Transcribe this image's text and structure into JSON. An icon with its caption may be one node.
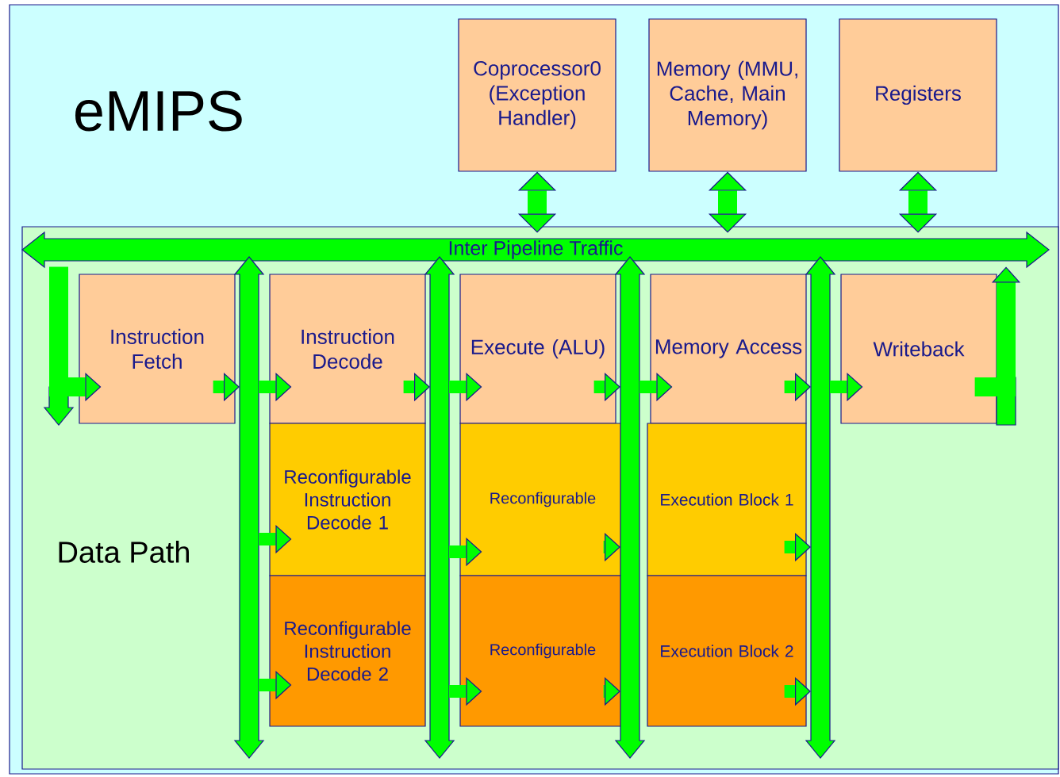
{
  "diagram": {
    "nodes": [
      {
        "text": [
          "eMIPS"
        ]
      },
      {
        "text": [
          "Coprocessor0 (Exception Handler)"
        ],
        "in": 0
      },
      {
        "text": [
          "Memory (MMU, Cache, Main Memory)"
        ],
        "in": 0
      },
      {
        "text": [
          "Registers"
        ],
        "in": 0
      },
      {
        "text": [
          "Data Path"
        ],
        "in": 0
      },
      {
        "text": [
          "Inter Pipeline Traffic"
        ],
        "in": 4
      },
      {
        "text": [
          "Instruction Fetch"
        ],
        "in": 4
      },
      {
        "text": [
          "Instruction Decode"
        ],
        "in": 4
      },
      {
        "text": [
          "Execute (ALU)"
        ],
        "in": 4
      },
      {
        "text": [
          "Memory Access"
        ],
        "in": 4
      },
      {
        "text": [
          "Writeback"
        ],
        "in": 4
      },
      {
        "text": [
          "Reconfigurable Instruction Decode 1"
        ],
        "in": 4
      },
      {
        "text": [
          "Reconfigurable"
        ],
        "in": 4
      },
      {
        "text": [
          "Execution Block 1"
        ],
        "in": 4
      },
      {
        "text": [
          "Reconfigurable Instruction Decode 2"
        ],
        "in": 4
      },
      {
        "text": [
          "Reconfigurable"
        ],
        "in": 4
      },
      {
        "text": [
          "Execution Block 2"
        ],
        "in": 4
      },
      {
        "text": [],
        "shape": "bar",
        "in": 4
      },
      {
        "text": [],
        "shape": "bar",
        "in": 4
      },
      {
        "text": [],
        "shape": "bar",
        "in": 4
      },
      {
        "text": [],
        "shape": "bar",
        "in": 4
      }
    ],
    "edges": [
      {
        "from": 1,
        "to": 5,
        "arrow": "both"
      },
      {
        "from": 2,
        "to": 5,
        "arrow": "both"
      },
      {
        "from": 3,
        "to": 5,
        "arrow": "both"
      },
      {
        "from": 5,
        "to": 6,
        "arrow": "to"
      },
      {
        "from": 6,
        "to": 17,
        "arrow": "to"
      },
      {
        "from": 17,
        "to": 7,
        "arrow": "to"
      },
      {
        "from": 17,
        "to": 11,
        "arrow": "to"
      },
      {
        "from": 17,
        "to": 14,
        "arrow": "to"
      },
      {
        "from": 7,
        "to": 18,
        "arrow": "to"
      },
      {
        "from": 18,
        "to": 8,
        "arrow": "to"
      },
      {
        "from": 18,
        "to": 12,
        "arrow": "to"
      },
      {
        "from": 18,
        "to": 15,
        "arrow": "to"
      },
      {
        "from": 8,
        "to": 19,
        "arrow": "to"
      },
      {
        "from": 12,
        "to": 19,
        "arrow": "to"
      },
      {
        "from": 15,
        "to": 19,
        "arrow": "to"
      },
      {
        "from": 19,
        "to": 9,
        "arrow": "to"
      },
      {
        "from": 9,
        "to": 20,
        "arrow": "to"
      },
      {
        "from": 13,
        "to": 20,
        "arrow": "to"
      },
      {
        "from": 16,
        "to": 20,
        "arrow": "to"
      },
      {
        "from": 20,
        "to": 10,
        "arrow": "to"
      },
      {
        "from": 10,
        "to": 5,
        "arrow": "to"
      }
    ]
  }
}
